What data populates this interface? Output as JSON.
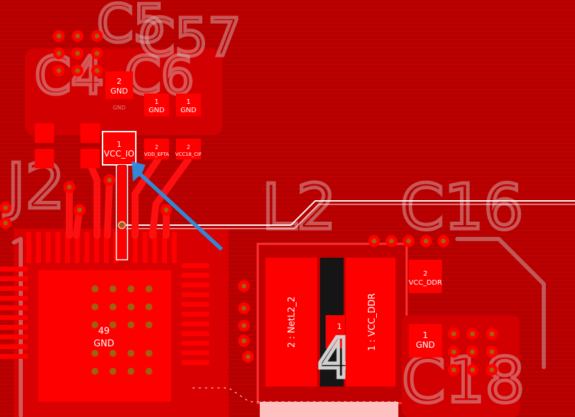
{
  "silkscreen": {
    "designators": [
      "C18",
      "C16",
      "L2",
      "J2",
      "C4",
      "C6",
      "C5",
      "C57"
    ]
  },
  "pads": [
    {
      "id": "p_gnd_top",
      "number": "2",
      "net": "GND"
    },
    {
      "id": "p_gnd_small",
      "number": "",
      "net": "GND"
    },
    {
      "id": "p_gnd_a",
      "number": "1",
      "net": "GND"
    },
    {
      "id": "p_gnd_b",
      "number": "1",
      "net": "GND"
    },
    {
      "id": "p_vcc_io",
      "number": "1",
      "net": "VCC_IO"
    },
    {
      "id": "p_vdd_efta",
      "number": "2",
      "net": "VDD_EFTA"
    },
    {
      "id": "p_vcc18_cif",
      "number": "2",
      "net": "VCC18_CIF"
    },
    {
      "id": "p_ic_gnd",
      "number": "49",
      "net": "GND"
    },
    {
      "id": "p_l2_2",
      "number": "2 : NetL2_2",
      "net": ""
    },
    {
      "id": "p_l2_1",
      "number": "1 : VCC_DDR",
      "net": ""
    },
    {
      "id": "p_vcc_ddr",
      "number": "2",
      "net": "VCC_DDR"
    },
    {
      "id": "p_gnd_right",
      "number": "1",
      "net": "GND"
    },
    {
      "id": "p_l2_mid",
      "number": "1",
      "net": ""
    }
  ],
  "colors": {
    "board": "#bf0000",
    "copper": "#ff0000",
    "copper_dark": "#e00000",
    "via": "#a06010",
    "highlight": "#ffffff",
    "arrow": "#2a8fe0"
  }
}
